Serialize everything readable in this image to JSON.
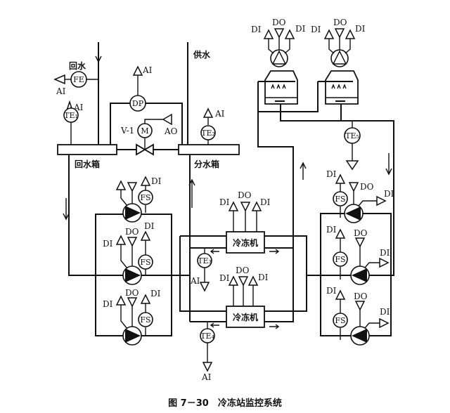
{
  "caption": "图 7－30　冷冻站监控系统",
  "labels": {
    "return_water": "回水",
    "supply_water": "供水",
    "return_header": "回水箱",
    "supply_header": "分水箱",
    "chiller": "冷冻机",
    "valve": "V-1"
  },
  "instruments": {
    "fe": "FE",
    "dp": "DP",
    "motor": "M",
    "te1": "TE₁",
    "te2": "TE₂",
    "te3": "TE₃",
    "te4": "TE₄",
    "te5": "TE₅",
    "fs": "FS"
  },
  "signals": {
    "ai": "AI",
    "ao": "AO",
    "di": "DI",
    "do": "DO"
  }
}
